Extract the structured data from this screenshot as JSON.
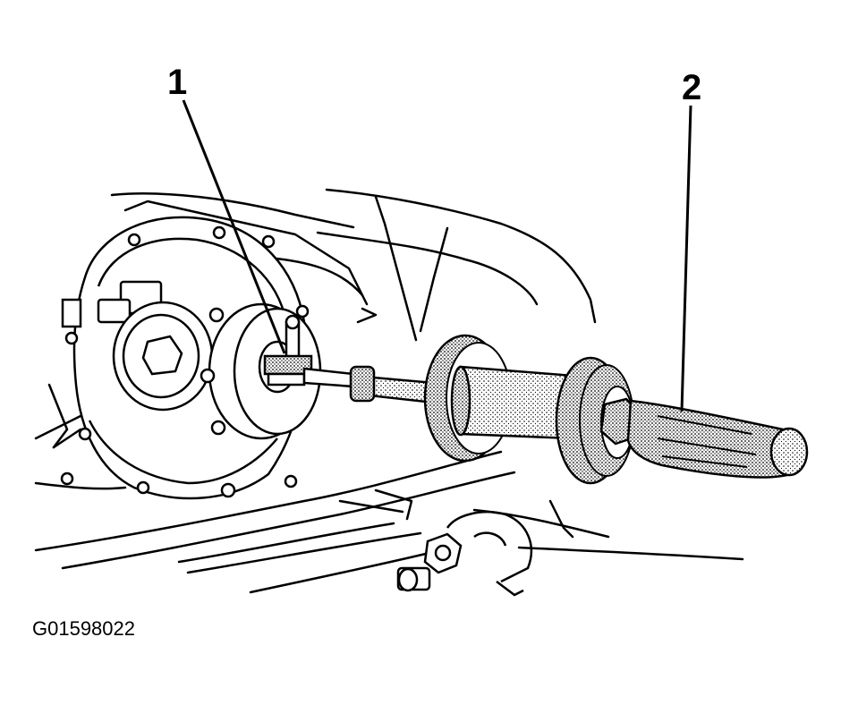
{
  "figure": {
    "id": "G01598022",
    "callouts": [
      {
        "number": "1",
        "target": "puller-attachment"
      },
      {
        "number": "2",
        "target": "slide-hammer"
      }
    ]
  }
}
